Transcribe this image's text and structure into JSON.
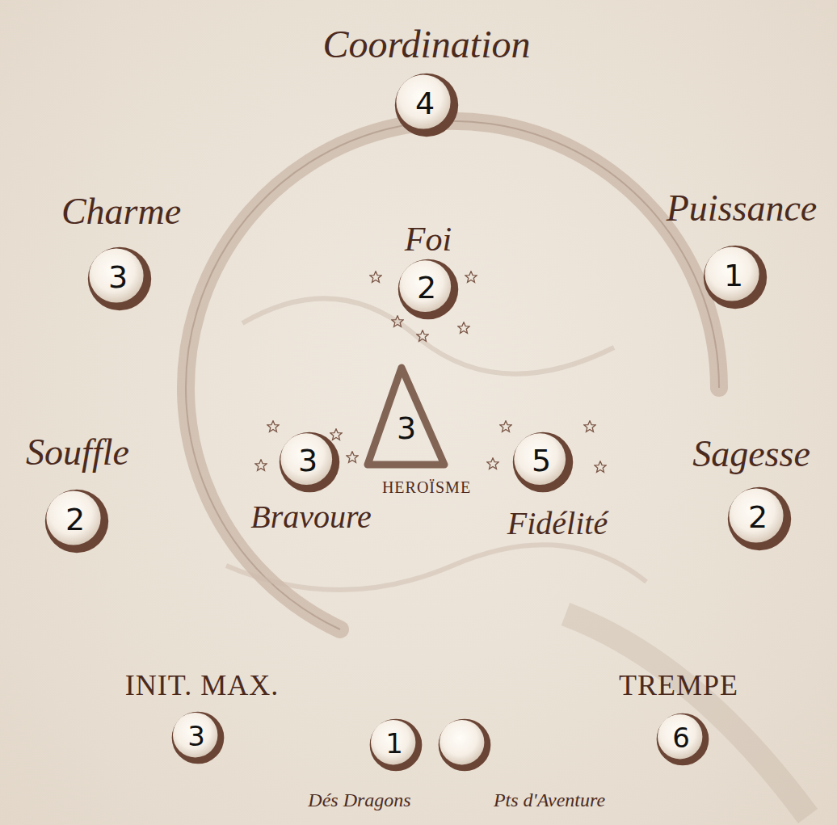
{
  "diagram": {
    "nodes": [
      {
        "text": [
          "Coordination",
          "4"
        ]
      },
      {
        "text": [
          "Charme",
          "3"
        ]
      },
      {
        "text": [
          "Foi",
          "2"
        ]
      },
      {
        "text": [
          "Puissance",
          "1"
        ]
      },
      {
        "text": [
          "3",
          "HEROÏSME"
        ]
      },
      {
        "text": [
          "Souffle",
          "2"
        ]
      },
      {
        "text": [
          "3",
          "Bravoure"
        ]
      },
      {
        "text": [
          "5",
          "Fidélité"
        ]
      },
      {
        "text": [
          "Sagesse",
          "2"
        ]
      },
      {
        "text": [
          "INIT. MAX.",
          "3"
        ]
      },
      {
        "text": [
          "1",
          "Dés Dragons"
        ]
      },
      {
        "text": [
          "Pts d'Aventure"
        ]
      },
      {
        "text": [
          "TREMPE",
          "6"
        ]
      }
    ]
  }
}
